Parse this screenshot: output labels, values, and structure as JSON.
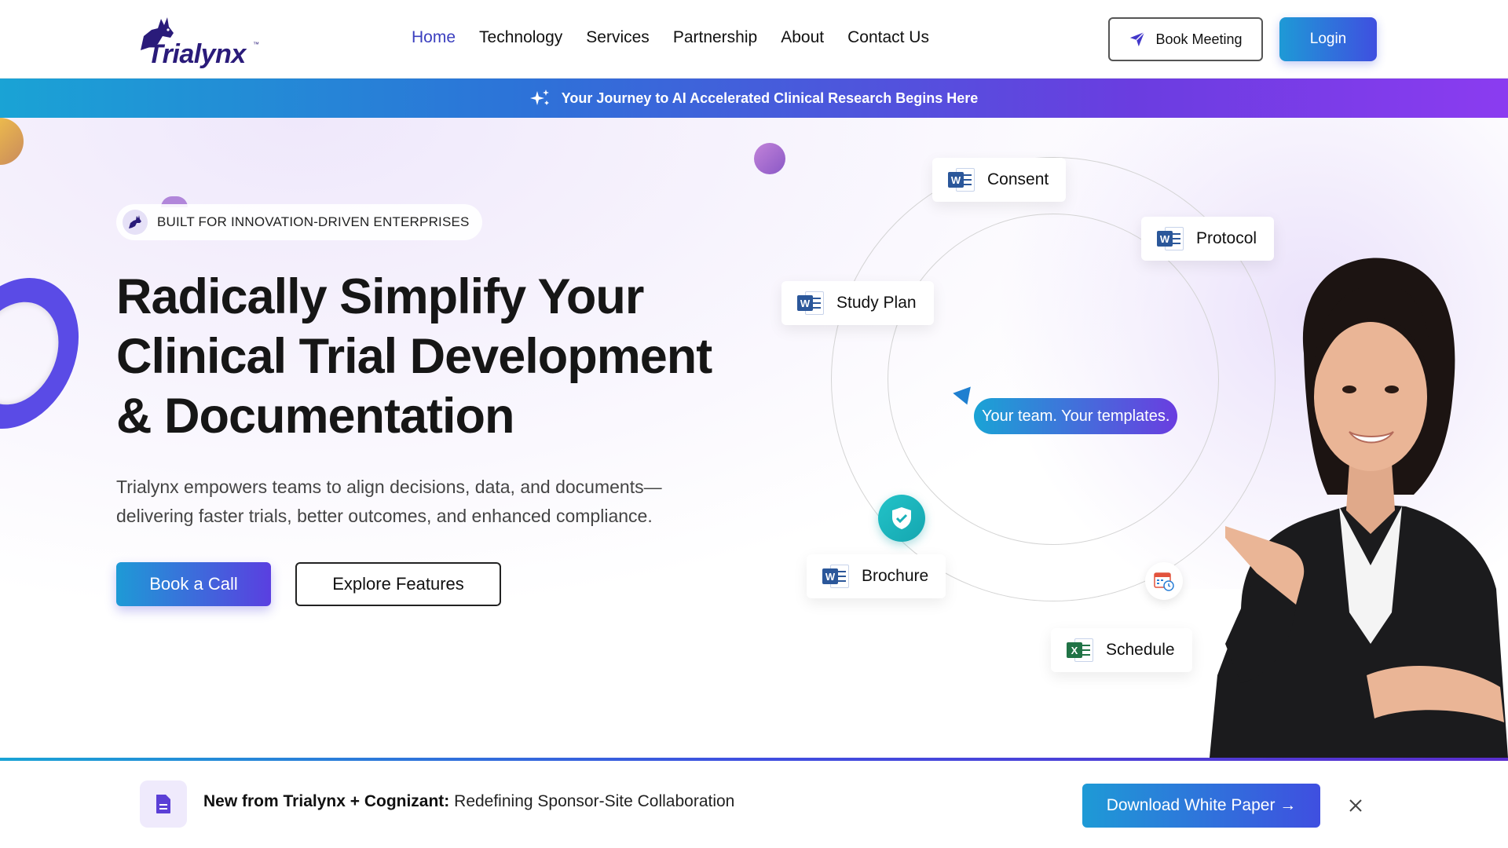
{
  "header": {
    "brand": "Trialynx",
    "brand_tm": "™",
    "nav": [
      {
        "label": "Home",
        "active": true
      },
      {
        "label": "Technology",
        "active": false
      },
      {
        "label": "Services",
        "active": false
      },
      {
        "label": "Partnership",
        "active": false
      },
      {
        "label": "About",
        "active": false
      },
      {
        "label": "Contact Us",
        "active": false
      }
    ],
    "book_meeting_label": "Book Meeting",
    "login_label": "Login"
  },
  "banner": {
    "text": "Your Journey to AI Accelerated Clinical Research Begins Here",
    "icon": "sparkle-icon"
  },
  "hero": {
    "eyebrow": "BUILT FOR INNOVATION-DRIVEN ENTERPRISES",
    "headline_line1": "Radically Simplify Your",
    "headline_line2": "Clinical Trial Development",
    "headline_line3": "& Documentation",
    "subtext_line1": "Trialynx empowers teams to align decisions, data, and documents—",
    "subtext_line2": "delivering faster trials, better outcomes, and enhanced compliance.",
    "cta_primary": "Book a Call",
    "cta_secondary": "Explore Features"
  },
  "orbit": {
    "cards": {
      "consent": "Consent",
      "protocol": "Protocol",
      "study_plan": "Study Plan",
      "brochure": "Brochure",
      "schedule": "Schedule"
    },
    "pill": "Your team. Your templates.",
    "word_badge": "W",
    "excel_badge": "X"
  },
  "notice": {
    "bold": "New from Trialynx + Cognizant:",
    "text": " Redefining Sponsor-Site Collaboration",
    "download_label": "Download White Paper →"
  },
  "colors": {
    "accent_blue": "#3b3fbf",
    "gradient_start": "#1aa3d5",
    "gradient_end": "#8b3cf0",
    "word_blue": "#2b579a",
    "excel_green": "#217346",
    "teal": "#22c3c8"
  }
}
